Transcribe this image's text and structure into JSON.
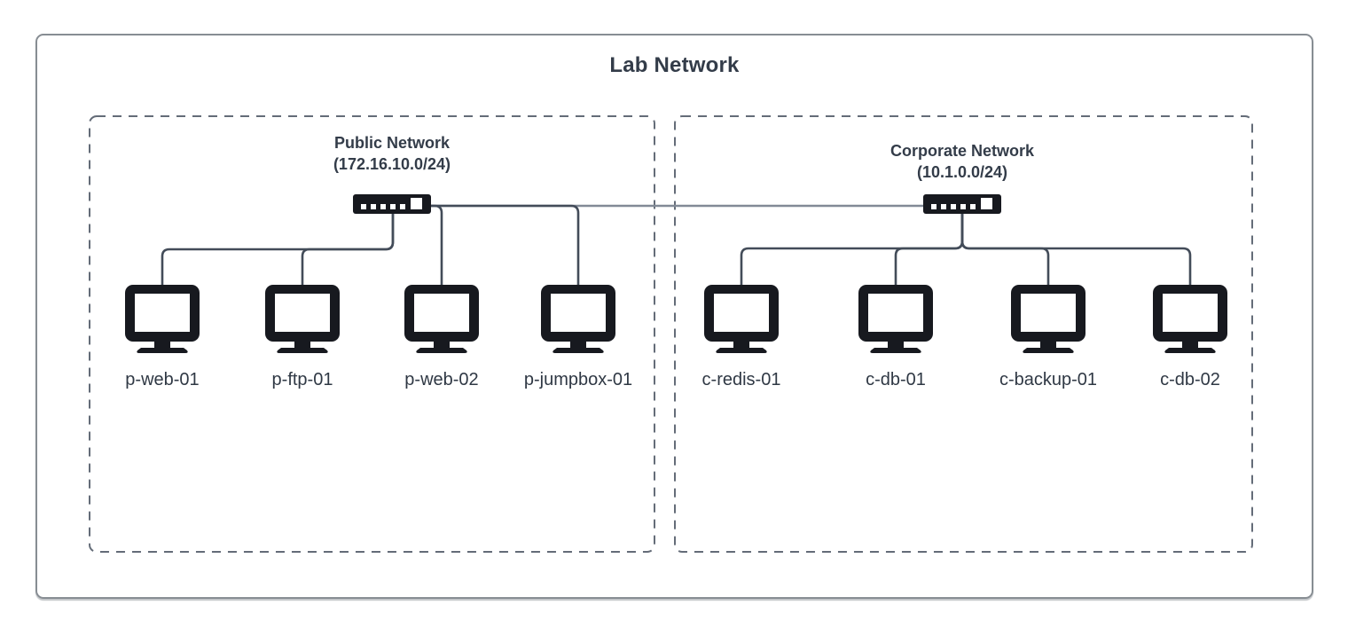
{
  "title": "Lab Network",
  "networks": [
    {
      "name": "Public Network",
      "cidr": "(172.16.10.0/24)",
      "hosts": [
        "p-web-01",
        "p-ftp-01",
        "p-web-02",
        "p-jumpbox-01"
      ]
    },
    {
      "name": "Corporate Network",
      "cidr": "(10.1.0.0/24)",
      "hosts": [
        "c-redis-01",
        "c-db-01",
        "c-backup-01",
        "c-db-02"
      ]
    }
  ],
  "icons": {
    "switch": "ethernet-switch-icon",
    "host": "monitor-icon"
  },
  "colors": {
    "edge": "#434c59",
    "bus": "#828a96",
    "device": "#17191f",
    "border": "#878d93",
    "dashed": "#646c78",
    "text": "#333c49",
    "bg": "#ffffff"
  }
}
